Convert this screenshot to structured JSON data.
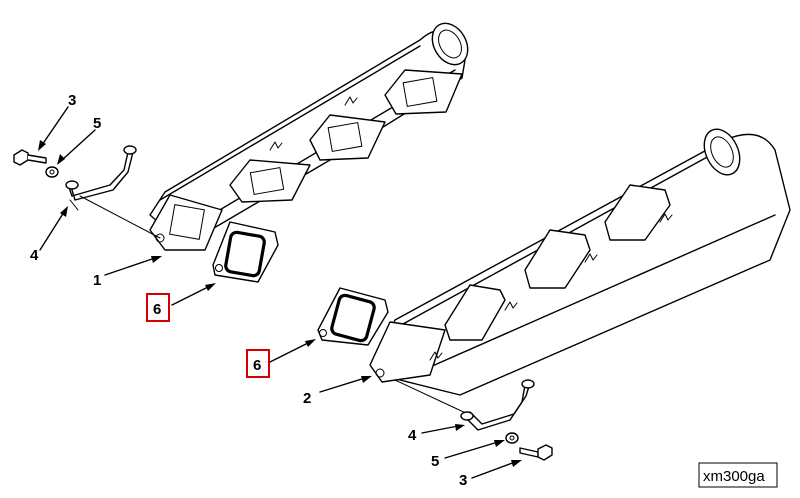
{
  "callouts": {
    "c1": "1",
    "c2": "2",
    "c3a": "3",
    "c3b": "3",
    "c4a": "4",
    "c4b": "4",
    "c5a": "5",
    "c5b": "5",
    "c6a": "6",
    "c6b": "6"
  },
  "figure_id": "xm300ga",
  "colors": {
    "highlight": "#d40000",
    "ink": "#000000",
    "background": "#ffffff"
  }
}
